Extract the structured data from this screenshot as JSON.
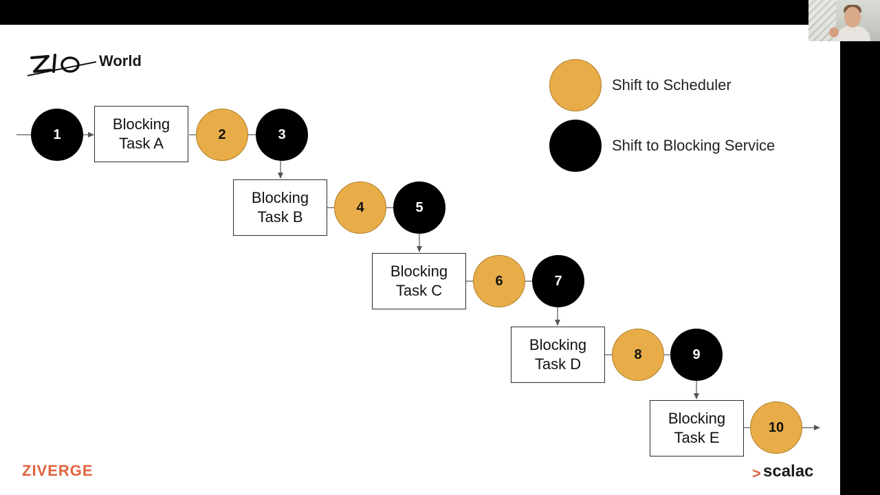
{
  "header": {
    "brand": "World"
  },
  "legend": [
    {
      "color": "#E8AD48",
      "label": "Shift to Scheduler"
    },
    {
      "color": "#000000",
      "label": "Shift to Blocking Service"
    }
  ],
  "tasks": [
    {
      "line1": "Blocking",
      "line2": "Task A"
    },
    {
      "line1": "Blocking",
      "line2": "Task B"
    },
    {
      "line1": "Blocking",
      "line2": "Task C"
    },
    {
      "line1": "Blocking",
      "line2": "Task D"
    },
    {
      "line1": "Blocking",
      "line2": "Task E"
    }
  ],
  "nodes": [
    "1",
    "2",
    "3",
    "4",
    "5",
    "6",
    "7",
    "8",
    "9",
    "10"
  ],
  "footer": {
    "left_brand": "ZIVERGE",
    "right_mark": ">",
    "right_brand": "scalac"
  },
  "colors": {
    "scheduler": "#E8AD48",
    "blocking": "#000000",
    "accent": "#E0633F"
  }
}
